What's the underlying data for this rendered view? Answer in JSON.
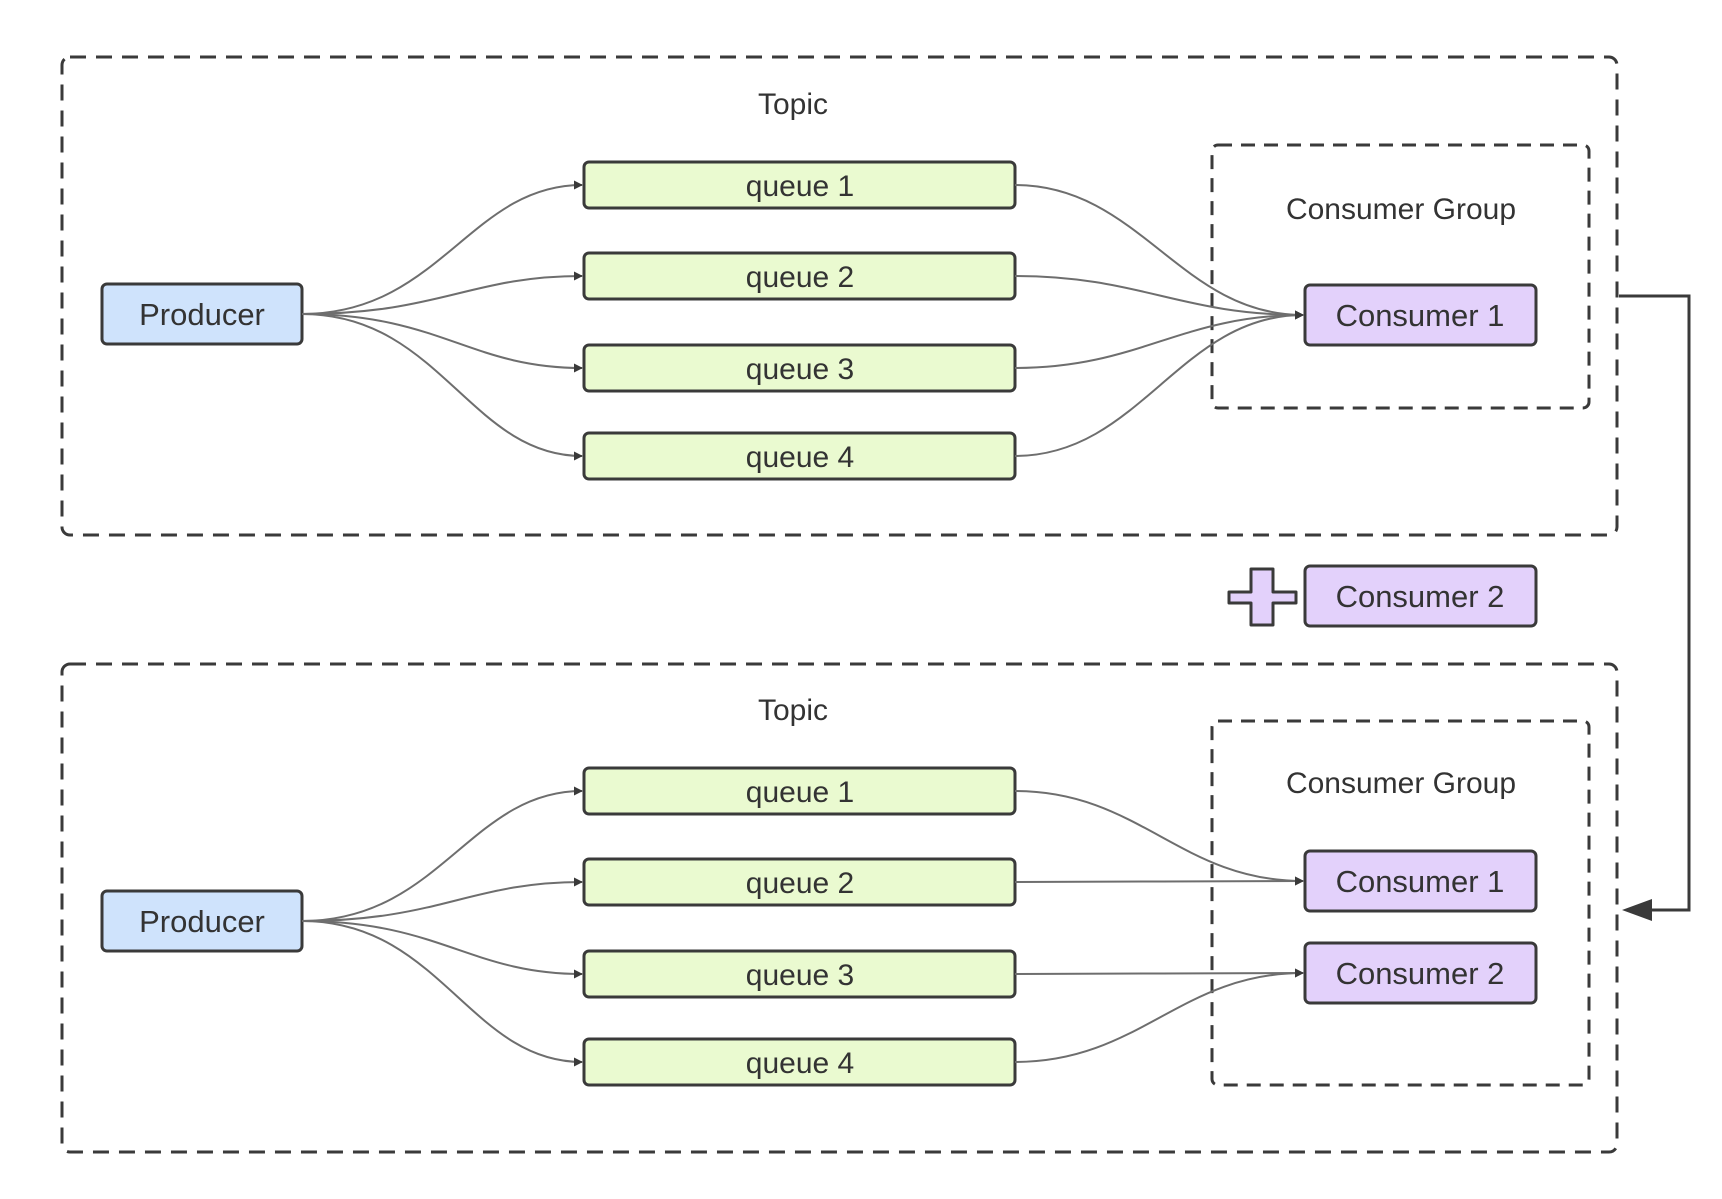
{
  "colors": {
    "producer_fill": "#cfe3fc",
    "queue_fill": "#eafad0",
    "consumer_fill": "#e3d1fb",
    "stroke": "#3a3a3a",
    "edge": "#6e6e6e",
    "dash": "#3a3a3a"
  },
  "icons": {
    "add": "plus-icon"
  },
  "before": {
    "topic_label": "Topic",
    "producer_label": "Producer",
    "queues": [
      "queue 1",
      "queue 2",
      "queue 3",
      "queue 4"
    ],
    "group_label": "Consumer Group",
    "consumers": [
      "Consumer 1"
    ],
    "assignment": [
      0,
      0,
      0,
      0
    ]
  },
  "added_consumer_label": "Consumer 2",
  "after": {
    "topic_label": "Topic",
    "producer_label": "Producer",
    "queues": [
      "queue 1",
      "queue 2",
      "queue 3",
      "queue 4"
    ],
    "group_label": "Consumer Group",
    "consumers": [
      "Consumer 1",
      "Consumer 2"
    ],
    "assignment": [
      0,
      0,
      1,
      1
    ]
  }
}
